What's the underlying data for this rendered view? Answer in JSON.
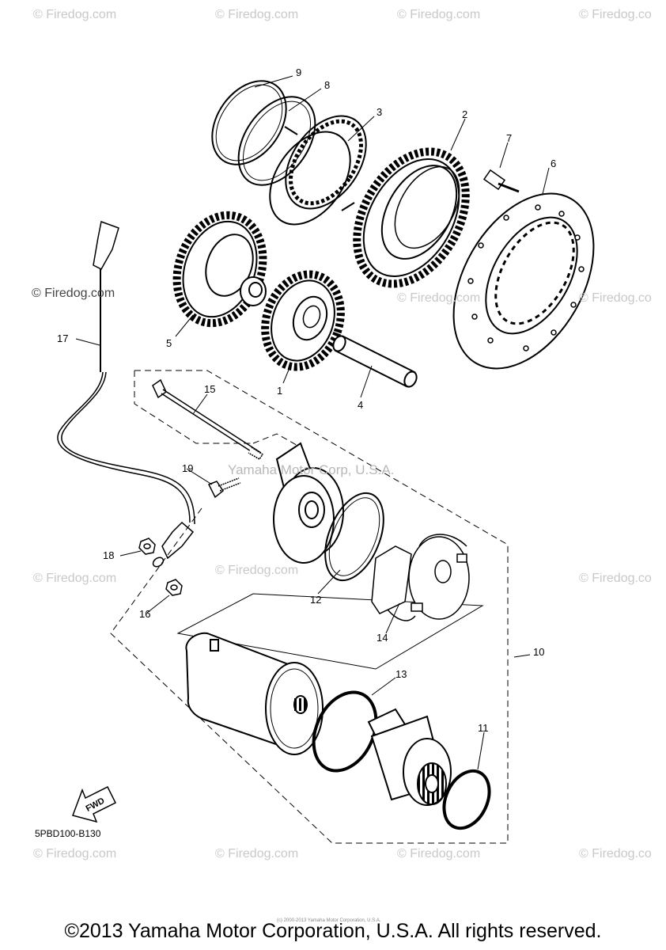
{
  "watermarks": {
    "site": "© Firedog.com",
    "site_cut": "© Firedog.co",
    "center": "Yamaha Motor Corp, U.S.A."
  },
  "callouts": [
    "1",
    "2",
    "3",
    "4",
    "5",
    "6",
    "7",
    "8",
    "9",
    "10",
    "11",
    "12",
    "13",
    "14",
    "15",
    "16",
    "17",
    "18",
    "19"
  ],
  "arrow_label": "FWD",
  "part_code": "5PBD100-B130",
  "tiny_note": "(c) 2000-2013 Yamaha Motor Corporation, U.S.A.",
  "copyright": "©2013 Yamaha Motor Corporation, U.S.A. All rights reserved."
}
